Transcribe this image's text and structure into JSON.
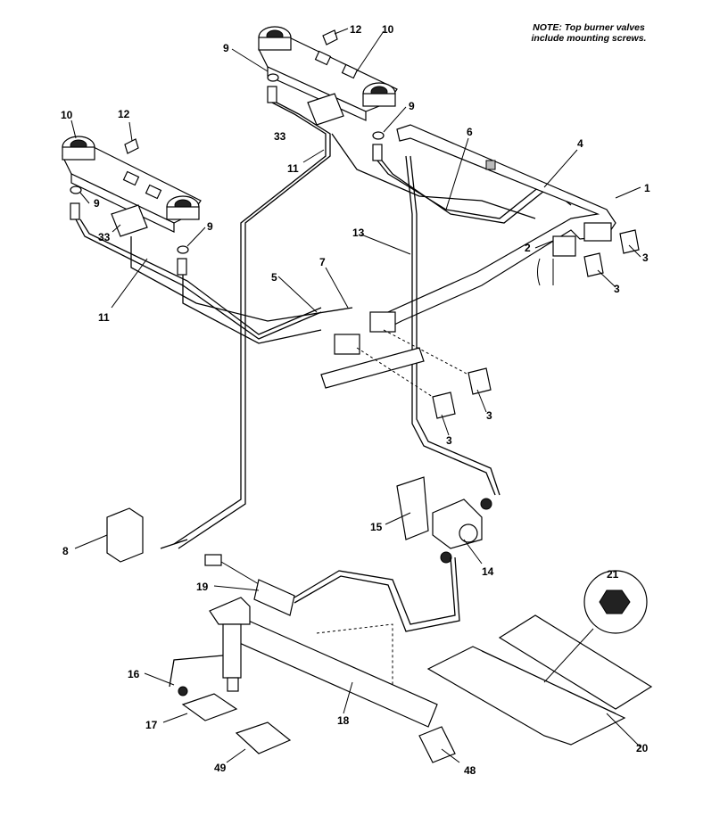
{
  "note": {
    "line1": "NOTE: Top burner valves",
    "line2": "include mounting screws."
  },
  "callouts": {
    "c1": "1",
    "c2": "2",
    "c3a": "3",
    "c3b": "3",
    "c3c": "3",
    "c3d": "3",
    "c4": "4",
    "c5": "5",
    "c6": "6",
    "c7": "7",
    "c8": "8",
    "c9a": "9",
    "c9b": "9",
    "c9c": "9",
    "c9d": "9",
    "c10a": "10",
    "c10b": "10",
    "c11a": "11",
    "c11b": "11",
    "c12a": "12",
    "c12b": "12",
    "c13": "13",
    "c14": "14",
    "c15": "15",
    "c16": "16",
    "c17": "17",
    "c18": "18",
    "c19": "19",
    "c20": "20",
    "c21": "21",
    "c33a": "33",
    "c33b": "33",
    "c48": "48",
    "c49": "49"
  }
}
